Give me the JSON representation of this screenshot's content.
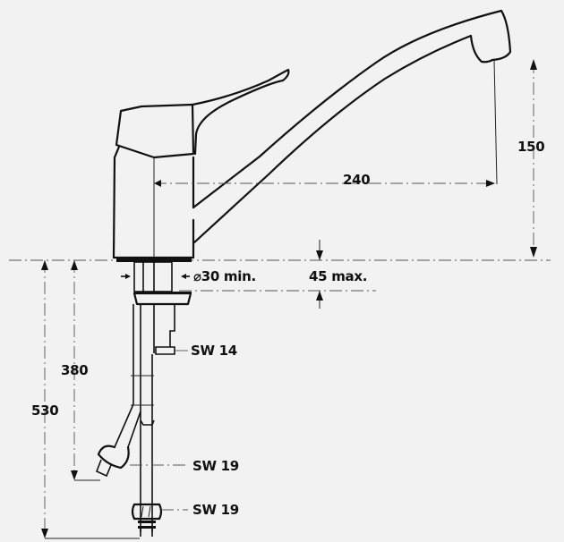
{
  "drawing": {
    "subject": "single-lever sink mixer tap, side elevation",
    "background_color": "#f2f2f2",
    "line_color": "#111111"
  },
  "dimensions": {
    "spout_reach": "240",
    "spout_height": "150",
    "hole_diameter": "⌀30 min.",
    "deck_thickness": "45 max.",
    "hose_length": "380",
    "total_length": "530"
  },
  "wrench_sizes": {
    "mount_nut": "SW 14",
    "hose_fitting": "SW 19",
    "connector": "SW 19"
  }
}
